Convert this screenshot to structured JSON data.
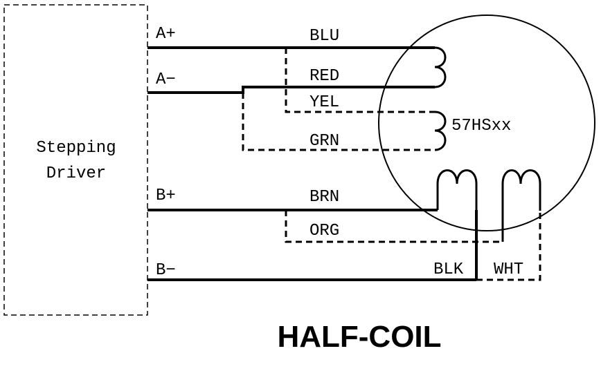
{
  "diagram": {
    "driver_line1": "Stepping",
    "driver_line2": "Driver",
    "motor_label": "57HSxx",
    "title": "HALF-COIL",
    "terminals": {
      "a_plus": "A+",
      "a_minus": "A−",
      "b_plus": "B+",
      "b_minus": "B−"
    },
    "wires": {
      "blu": "BLU",
      "red": "RED",
      "yel": "YEL",
      "grn": "GRN",
      "brn": "BRN",
      "org": "ORG",
      "blk": "BLK",
      "wht": "WHT"
    }
  }
}
